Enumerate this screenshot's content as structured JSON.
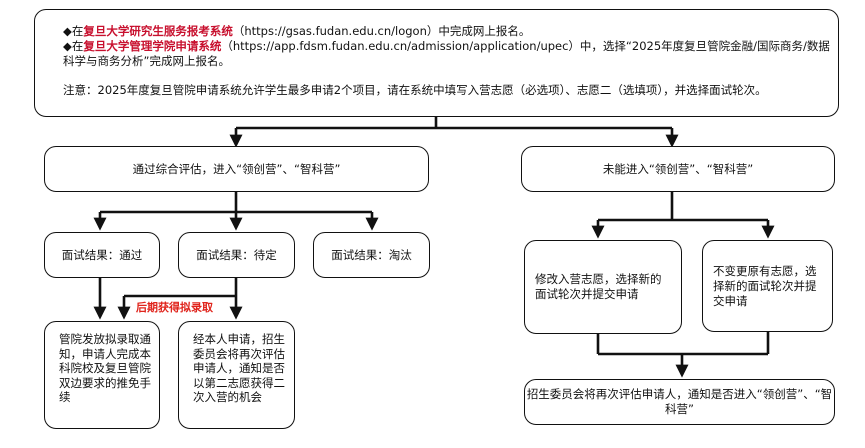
{
  "header": {
    "line1": {
      "bullet": "◆在",
      "system": "复旦大学研究生服务报考系统",
      "rest": "（https://gsas.fudan.edu.cn/logon）中完成网上报名。"
    },
    "line2": {
      "bullet": "◆在",
      "system": "复旦大学管理学院申请系统",
      "rest": "（https://app.fdsm.fudan.edu.cn/admission/application/upec）中，选择“2025年度复旦管院金融/国际商务/数据"
    },
    "line3": "科学与商务分析”完成网上报名。",
    "note": "注意：2025年度复旦管院申请系统允许学生最多申请2个项目，请在系统中填写入营志愿（必选项）、志愿二（选填项），并选择面试轮次。"
  },
  "left_branch": {
    "title": "通过综合评估，进入“领创营”、“智科营”",
    "pass": "面试结果：通过",
    "pending": "面试结果：待定",
    "eliminated": "面试结果：淘汰",
    "later_label": "后期获得拟录取",
    "outcome_pass": "管院发放拟录取通知，申请人完成本科院校及复旦管院双边要求的推免手续",
    "outcome_pending": "经本人申请，招生委员会将再次评估申请人，通知是否以第二志愿获得二次入营的机会"
  },
  "right_branch": {
    "title": "未能进入“领创营”、“智科营”",
    "option_change": "修改入营志愿，选择新的面试轮次并提交申请",
    "option_keep": "不变更原有志愿，选择新的面试轮次并提交申请",
    "result": "招生委员会将再次评估申请人，通知是否进入“领创营”、“智科营”"
  },
  "colors": {
    "highlight": "#c8102e",
    "label_red": "#e0241c",
    "stroke": "#111111"
  }
}
